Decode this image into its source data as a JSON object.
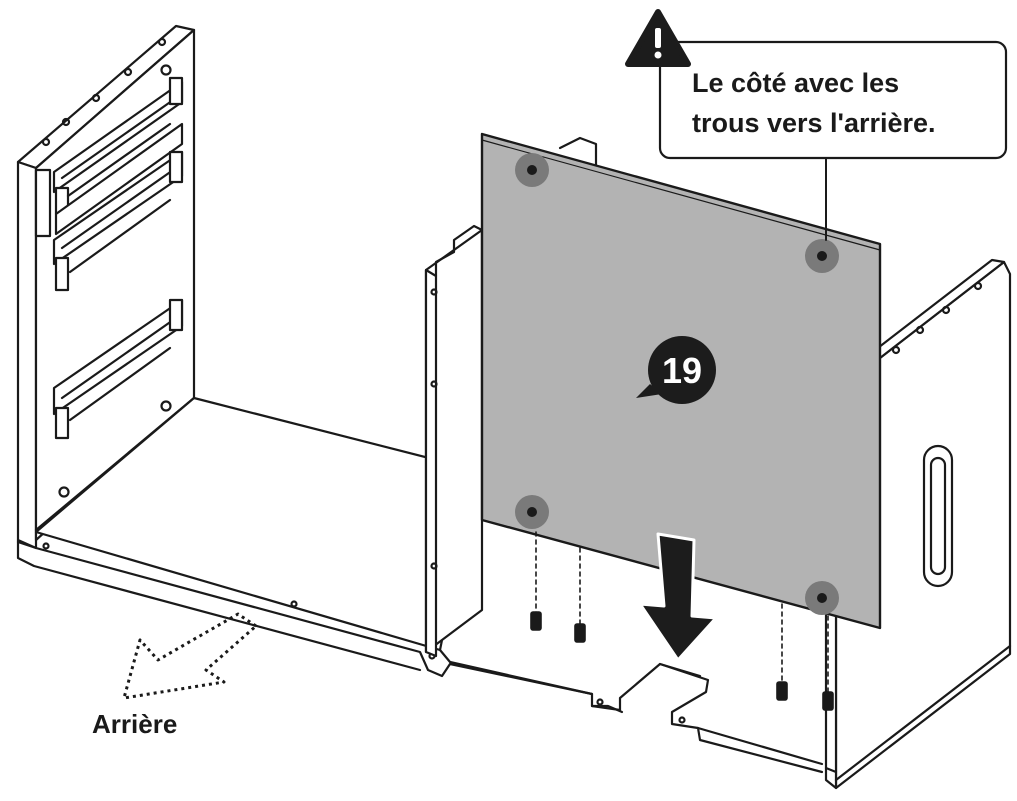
{
  "callout": {
    "line1": "Le côté avec les",
    "line2": "trous vers l'arrière."
  },
  "panel": {
    "step_number": "19"
  },
  "direction": {
    "label": "Arrière"
  },
  "colors": {
    "outline": "#1a1a1a",
    "panel_fill": "#b3b3b3",
    "hole_marker": "#7a7a7a",
    "badge": "#1c1c1c",
    "paper": "#ffffff"
  },
  "icons": [
    "warning-icon",
    "down-arrow-icon",
    "dotted-arrow-icon"
  ]
}
